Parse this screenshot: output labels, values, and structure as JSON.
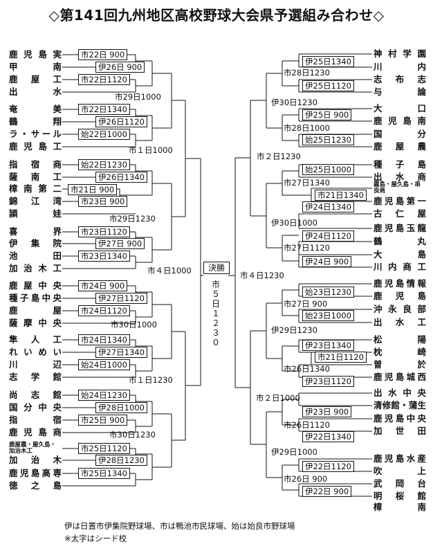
{
  "title": "◇第141回九州地区高校野球大会県予選組み合わせ◇",
  "teams_left": [
    "鹿児島実",
    "甲南",
    "鹿屋工",
    "出水",
    "奄美",
    "鶴翔",
    "ラ・サール",
    "鹿児島工",
    "指宿商",
    "薩南工",
    "樟南第二",
    "錦江湾",
    "頴娃",
    "喜界",
    "伊集院",
    "池田",
    "加治木工",
    "鹿屋中央",
    "種子島中央",
    "鹿屋",
    "薩摩中央",
    "隼人工",
    "れいめい",
    "川辺",
    "志学館",
    "尚志館",
    "国分中央",
    "指宿",
    "鹿児島商",
    "鹿屋農・屋久島・加治木工",
    "加治木",
    "鹿児島高専",
    "徳之島"
  ],
  "teams_right": [
    "神村学園",
    "川内",
    "志布志",
    "与論",
    "大口",
    "鹿児島南",
    "国分",
    "鹿屋農",
    "種子島",
    "出水商",
    "霧島・屋久島・串良商",
    "鹿児島第一",
    "古仁屋",
    "鹿児島玉龍",
    "鶴丸",
    "大島",
    "川内商工",
    "鹿児島情報",
    "鹿児島",
    "沖永良部",
    "出水工",
    "松陽",
    "枕崎",
    "曽於",
    "鹿児島城西",
    "出水中央",
    "清修館・蒲生",
    "鹿児島中央",
    "加世田",
    "鹿児島水産",
    "吹上",
    "武岡台",
    "明桜館",
    "樟南"
  ],
  "labels_left": [
    "市22日 900",
    "伊26日 900",
    "市22日1120",
    "市29日1000",
    "市22日1340",
    "伊26日1120",
    "始22日1000",
    "市１日1000",
    "始22日1230",
    "伊26日1340",
    "市21日 900",
    "市23日 900",
    "市29日1230",
    "市23日1120",
    "伊27日 900",
    "市23日1340",
    "市４日1000",
    "市24日 900",
    "伊27日1120",
    "市24日1120",
    "市30日1000",
    "市24日1340",
    "伊27日1340",
    "始24日1000",
    "市１日1230",
    "始24日1230",
    "伊28日1000",
    "市25日 900",
    "市30日1230",
    "市25日1120",
    "伊28日1230",
    "市25日1340"
  ],
  "labels_right": [
    "伊25日1340",
    "市28日1230",
    "伊25日1120",
    "伊30日1230",
    "伊25日 900",
    "市28日1000",
    "始25日1230",
    "市２日1230",
    "始25日1000",
    "市27日1340",
    "市21日1340",
    "伊24日1340",
    "伊30日1000",
    "伊24日1120",
    "市27日1120",
    "伊24日 900",
    "市４日1230",
    "始23日1230",
    "市27日 900",
    "始23日1000",
    "伊29日1230",
    "伊23日1340",
    "市21日1120",
    "市26日1340",
    "伊23日1120",
    "市２日1000",
    "伊23日 900",
    "市26日1120",
    "伊22日1340",
    "伊29日1000",
    "伊22日1120",
    "市26日 900",
    "伊22日 900"
  ],
  "final": {
    "label": "決勝",
    "date": "市５日１２３０"
  },
  "footnotes": [
    "伊は日置市伊集院野球場、市は鴨池市民球場、始は始良市野球場",
    "※太字はシード校"
  ]
}
